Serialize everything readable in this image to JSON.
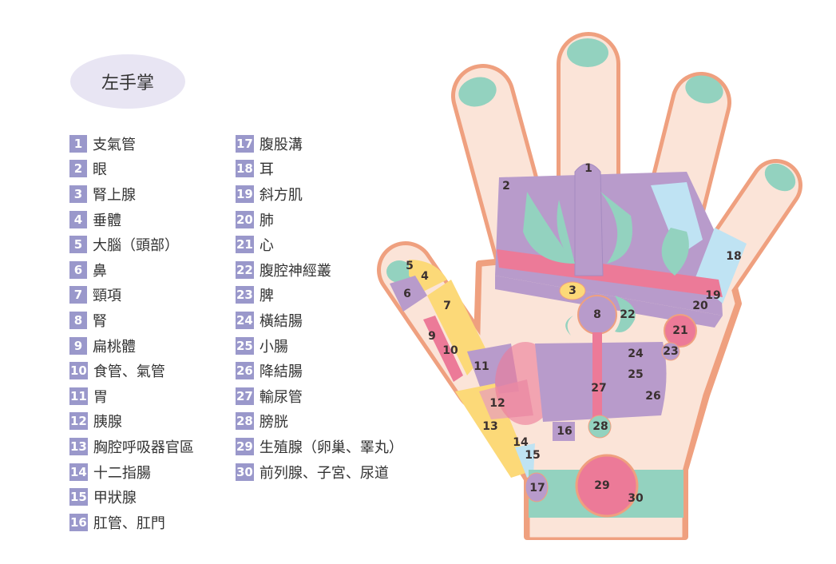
{
  "title": "左手掌",
  "colors": {
    "skin": "#fbe4d8",
    "outline": "#efa07f",
    "purple": "#b89bcb",
    "teal": "#93d2bf",
    "yellow": "#fcd978",
    "pink": "#ec7a98",
    "blue": "#bfe3f3",
    "badge": "#9a98cb"
  },
  "legend": {
    "items": [
      {
        "num": "1",
        "label": "支氣管"
      },
      {
        "num": "2",
        "label": "眼"
      },
      {
        "num": "3",
        "label": "腎上腺"
      },
      {
        "num": "4",
        "label": "垂體"
      },
      {
        "num": "5",
        "label": "大腦（頭部）"
      },
      {
        "num": "6",
        "label": "鼻"
      },
      {
        "num": "7",
        "label": "頸項"
      },
      {
        "num": "8",
        "label": "腎"
      },
      {
        "num": "9",
        "label": "扁桃體"
      },
      {
        "num": "10",
        "label": "食管、氣管"
      },
      {
        "num": "11",
        "label": "胃"
      },
      {
        "num": "12",
        "label": "胰腺"
      },
      {
        "num": "13",
        "label": "胸腔呼吸器官區"
      },
      {
        "num": "14",
        "label": "十二指腸"
      },
      {
        "num": "15",
        "label": "甲狀腺"
      },
      {
        "num": "16",
        "label": "肛管、肛門"
      },
      {
        "num": "17",
        "label": "腹股溝"
      },
      {
        "num": "18",
        "label": "耳"
      },
      {
        "num": "19",
        "label": "斜方肌"
      },
      {
        "num": "20",
        "label": "肺"
      },
      {
        "num": "21",
        "label": "心"
      },
      {
        "num": "22",
        "label": "腹腔神經叢"
      },
      {
        "num": "23",
        "label": "脾"
      },
      {
        "num": "24",
        "label": "橫結腸"
      },
      {
        "num": "25",
        "label": "小腸"
      },
      {
        "num": "26",
        "label": "降結腸"
      },
      {
        "num": "27",
        "label": "輸尿管"
      },
      {
        "num": "28",
        "label": "膀胱"
      },
      {
        "num": "29",
        "label": "生殖腺（卵巢、睪丸）"
      },
      {
        "num": "30",
        "label": "前列腺、子宮、尿道"
      }
    ]
  }
}
